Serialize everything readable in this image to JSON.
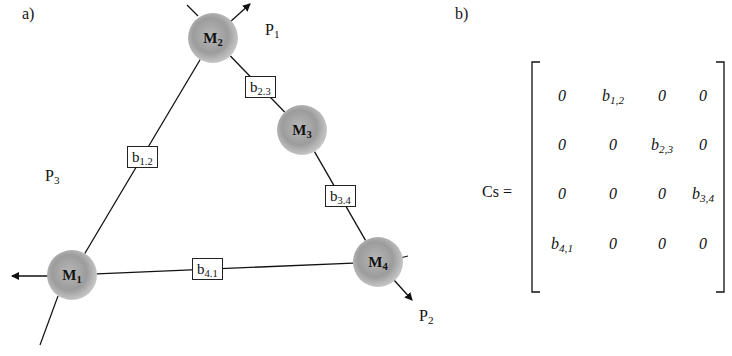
{
  "diagram": {
    "nodes": [
      {
        "text": [
          "M2"
        ]
      },
      {
        "text": [
          "M3"
        ]
      },
      {
        "text": [
          "M4"
        ]
      },
      {
        "text": [
          "M1"
        ]
      }
    ],
    "edges": [
      {
        "from": 3,
        "to": 0,
        "arrow": "none",
        "label": "b1.2"
      },
      {
        "from": 0,
        "to": 1,
        "arrow": "none",
        "label": "b2.3"
      },
      {
        "from": 1,
        "to": 2,
        "arrow": "none",
        "label": "b3.4"
      },
      {
        "from": 2,
        "to": 3,
        "arrow": "none",
        "label": "b4.1"
      }
    ],
    "labels": [
      "a)",
      "b)",
      "P1",
      "P2",
      "P3",
      "Cs =",
      "0",
      "b1,2",
      "0",
      "0",
      "0",
      "0",
      "b2,3",
      "0",
      "0",
      "0",
      "0",
      "b3,4",
      "b4,1",
      "0",
      "0",
      "0"
    ]
  }
}
